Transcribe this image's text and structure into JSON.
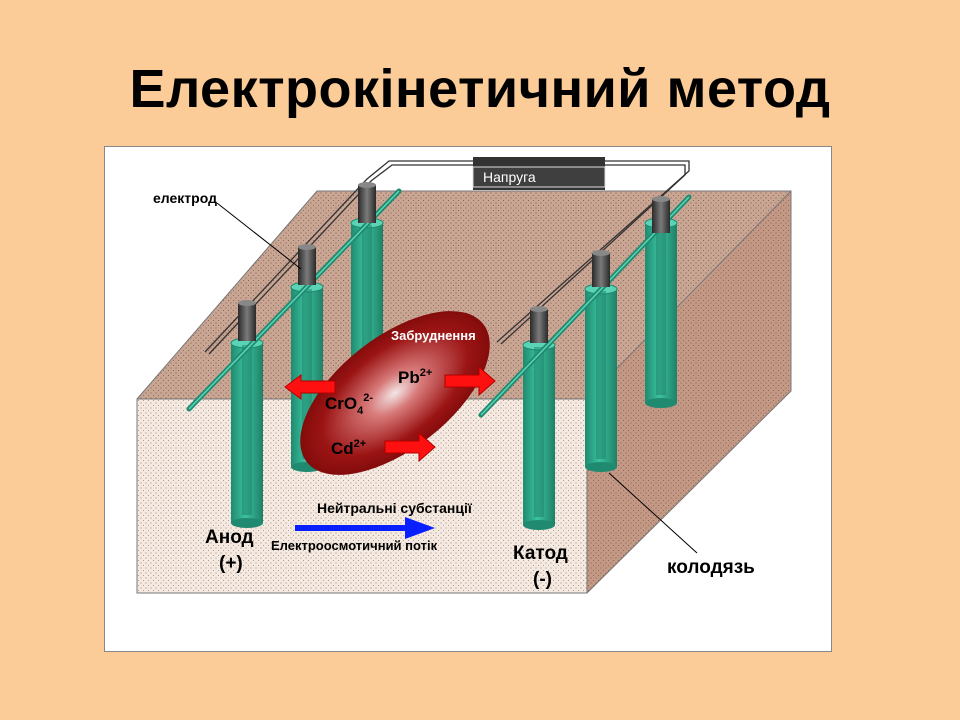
{
  "title": "Електрокінетичний метод",
  "diagram": {
    "voltage_label": "Напруга",
    "electrode_label": "електрод",
    "contamination_label": "Забруднення",
    "ions": {
      "pb": {
        "base": "Pb",
        "sup": "2+"
      },
      "cro4": {
        "base": "CrO",
        "sub": "4",
        "sup": "2-"
      },
      "cd": {
        "base": "Cd",
        "sup": "2+"
      }
    },
    "neutral_label": "Нейтральні субстанції",
    "eo_flow_label": "Електроосмотичний потік",
    "anode_label": "Анод",
    "anode_sign": "(+)",
    "cathode_label": "Катод",
    "cathode_sign": "(-)",
    "well_label": "колодязь",
    "colors": {
      "soil_front": "#F4EAE2",
      "soil_top": "#C9A594",
      "soil_side": "#C39985",
      "well": "#2FA689",
      "electrode": "#444444",
      "contamination": "#8E0E0E",
      "ion_arrow": "#FF0000",
      "flow_arrow": "#0A1FFF"
    }
  }
}
